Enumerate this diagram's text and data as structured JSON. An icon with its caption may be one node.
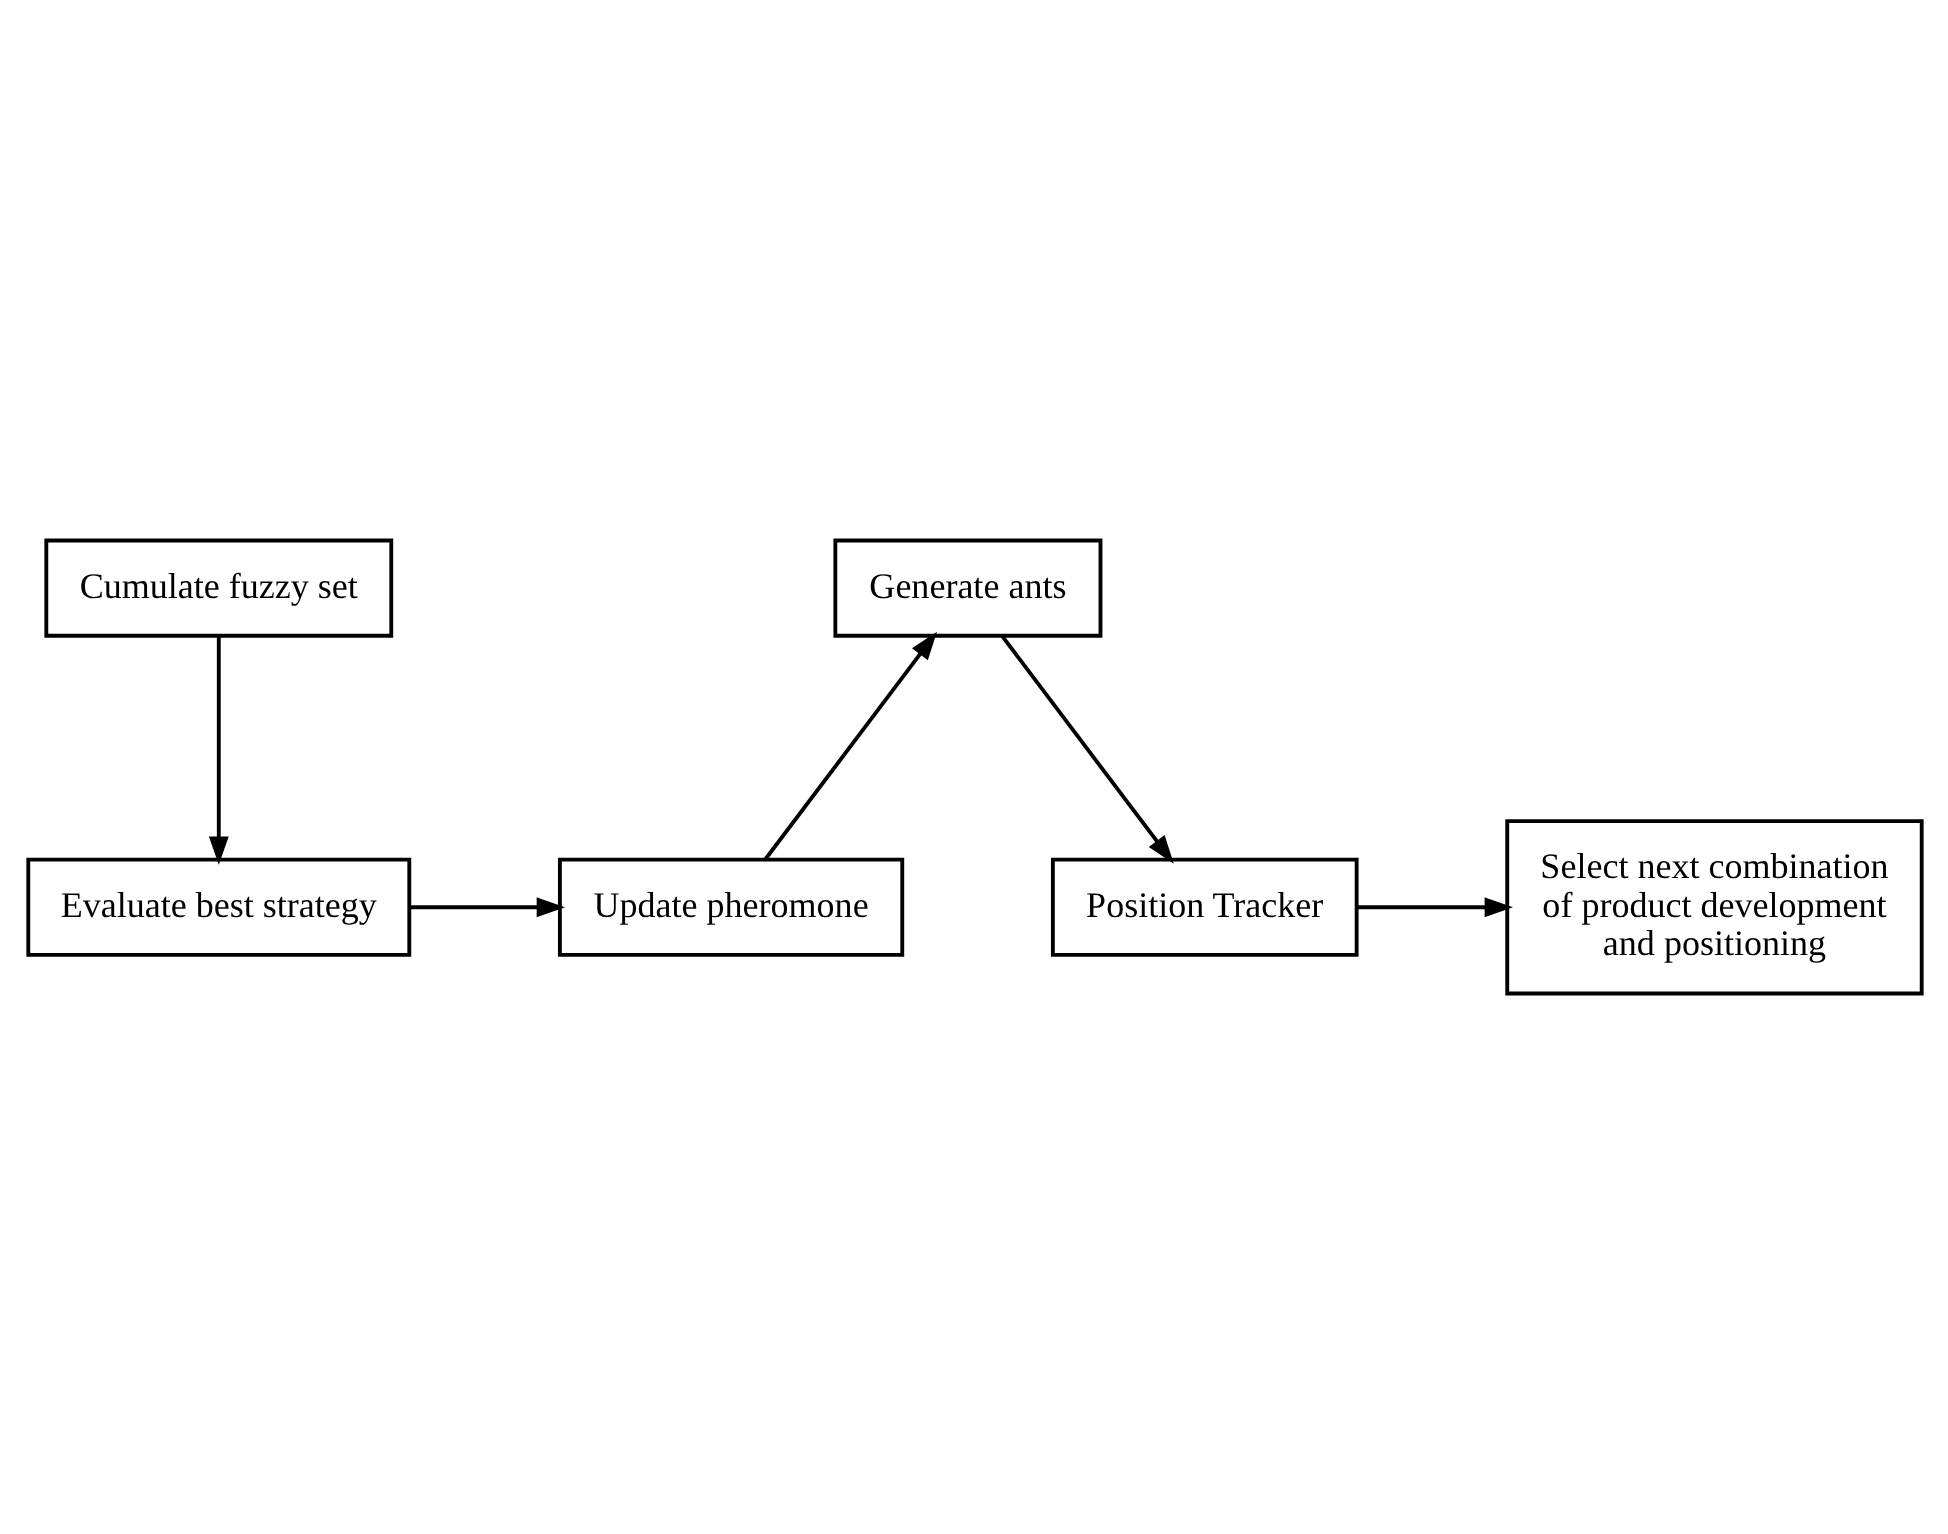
{
  "diagram": {
    "nodes": [
      {
        "text": [
          "Position Tracker"
        ]
      },
      {
        "text": [
          "Select next combination of product development and positioning"
        ]
      },
      {
        "text": [
          "Generate ants"
        ]
      },
      {
        "text": [
          "Cumulate fuzzy set"
        ]
      },
      {
        "text": [
          "Evaluate best strategy"
        ]
      },
      {
        "text": [
          "Update pheromone"
        ]
      }
    ],
    "edges": [
      {
        "from": 2,
        "to": 0,
        "arrow": "to"
      },
      {
        "from": 0,
        "to": 1,
        "arrow": "to"
      },
      {
        "from": 3,
        "to": 4,
        "arrow": "to"
      },
      {
        "from": 4,
        "to": 5,
        "arrow": "to"
      },
      {
        "from": 5,
        "to": 2,
        "arrow": "to"
      }
    ]
  }
}
